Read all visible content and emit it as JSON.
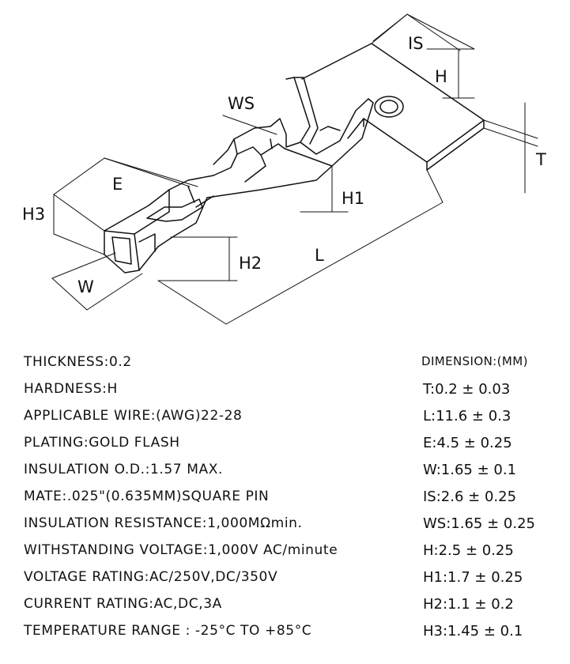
{
  "diagram": {
    "labels": {
      "is": "IS",
      "h": "H",
      "ws": "WS",
      "t": "T",
      "e": "E",
      "h1": "H1",
      "h3": "H3",
      "h2": "H2",
      "l": "L",
      "w": "W"
    }
  },
  "specs": [
    "THICKNESS:0.2",
    "HARDNESS:H",
    "APPLICABLE WIRE:(AWG)22-28",
    "PLATING:GOLD FLASH",
    "INSULATION O.D.:1.57 MAX.",
    "MATE:.025\"(0.635MM)SQUARE PIN",
    "INSULATION RESISTANCE:1,000MΩmin.",
    "WITHSTANDING VOLTAGE:1,000V AC/minute",
    "VOLTAGE RATING:AC/250V,DC/350V",
    "CURRENT RATING:AC,DC,3A",
    "TEMPERATURE RANGE : -25°C TO +85°C"
  ],
  "dimensions": {
    "title": "DIMENSION:(MM)",
    "items": [
      "T:0.2 ± 0.03",
      "L:11.6 ± 0.3",
      "E:4.5 ± 0.25",
      "W:1.65 ± 0.1",
      "IS:2.6 ± 0.25",
      "WS:1.65 ± 0.25",
      "H:2.5 ± 0.25",
      "H1:1.7 ± 0.25",
      "H2:1.1 ± 0.2",
      "H3:1.45 ± 0.1"
    ]
  }
}
